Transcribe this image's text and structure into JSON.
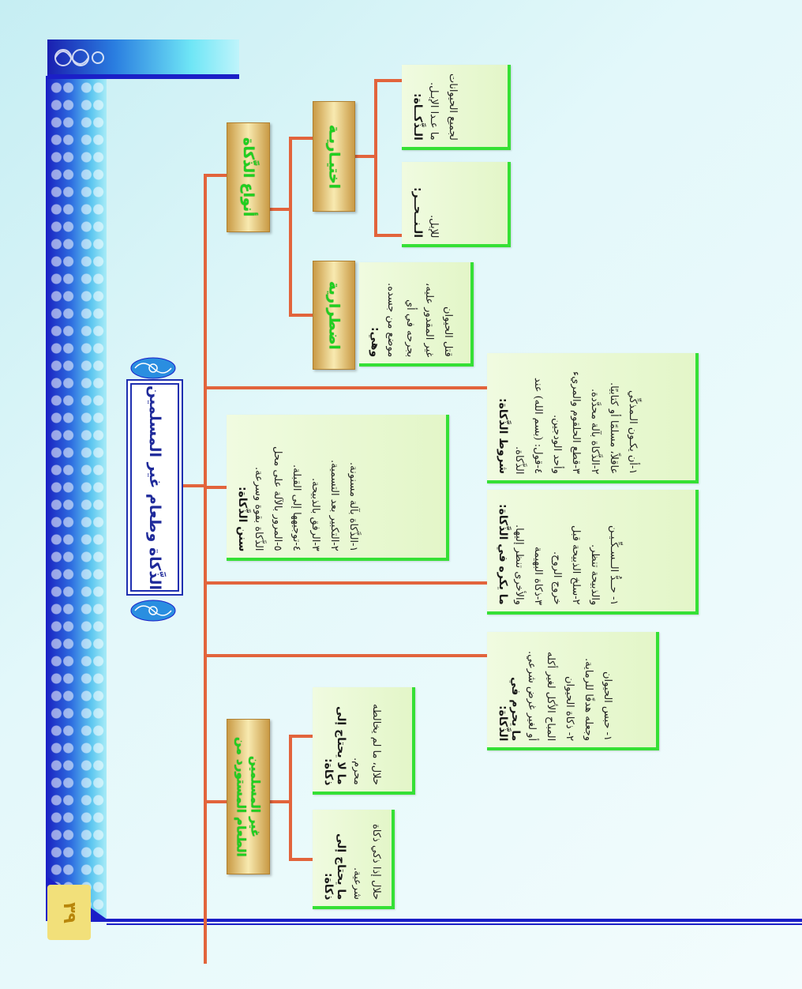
{
  "page_number": "٣٩",
  "title": "الذَّكاة وطعام غير المسلمين",
  "types": {
    "label": "أنواع الذَّكاة",
    "ikhtiyariya": "اختيـاريـة",
    "idtirariya": "اضطرارية",
    "dhakah_head": "الـذَّكــاة:",
    "dhakah_text": "لجميع الحيوانات\nما عـدا الإبـل.",
    "nahr_head": "الـنــحــر:",
    "nahr_text": "للإبل.",
    "idtirar_head": "وهي:",
    "idtirar_text": "قتل الحيوان\nغير المقدور عليه،\nبجرحه في أي\nموضع من جسده."
  },
  "sunan": {
    "head": "سنن الذَّكاة:",
    "text": "١-الذَّكاة بآلة مسنونة.\n٢-التكبير بعد التسمية.\n٣-الرفق بالذبيحة.\n٤-توجيهها إلى القبلة.\n٥-المرور بالآلة على محل\nالذَّكاة بقوة وسرعة."
  },
  "conditions": {
    "head": "شروط الذَّكاة:",
    "text": "١-أن يكـون الـمذكِّي\nعاقلاً، مسلمًا أو كتابيًا.\n٢-الذَّكاة بآلة محدَّدة.\n٣-قطع الحلقوم والمريء\nوأحد الودجين.\n٤-قول: (بسم الله) عند\nالذَّكاة."
  },
  "makruh": {
    "head": "ما يكره في الذَّكاة:",
    "text": "١- حــدُّ الــسـكِّـيـن\nوالذبيحة تنظر.\n٢-سلخ الذبيحة قبل\nخروج الروح.\n٣-ذكاة البهيمة\nوالأخرى تنظر إليها."
  },
  "haram": {
    "head": "ما يحرم في الذَّكاة:",
    "text": "١- حبس الحيوان\nوجعله هدفًا للرماية.\n٢- ذكاة الحيوان\nالمباح الأكل لغير أكله\nأو لغير غرض شرعي."
  },
  "food": {
    "label_line1": "الطعام المستورد من",
    "label_line2": "غير المسلمين",
    "no_need_head": "ما لا يحتاج إلى ذكاة:",
    "no_need_text": "حلال، ما لم يخالطه\nمحرم.",
    "need_head": "ما يحتاج إلى ذكاة:",
    "need_text": "حلال إذا ذكي ذكاة\nشرعية."
  },
  "colors": {
    "connector": "#e2643c",
    "heading_green": "#1fd01f",
    "frame_blue": "#1b1fc7"
  }
}
